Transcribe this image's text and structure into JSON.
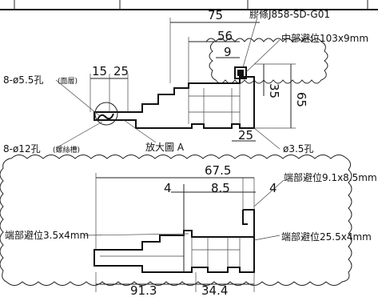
{
  "top_table": {
    "visible": true
  },
  "top_view": {
    "dims": {
      "d75": "75",
      "d56": "56",
      "d9": "9",
      "d35": "35",
      "d65": "65",
      "d25": "25",
      "d15": "15",
      "d25b": "25"
    },
    "notes": {
      "gasket": "膠條J858-SD-G01",
      "mid_seal": "中部避位103x9mm",
      "holes_a": "8-ø5.5孔",
      "holes_a_sub": "(面層)",
      "holes_b": "8-ø12孔",
      "holes_b_sub": "(螺絲槽)",
      "enlarge": "放大圖 A",
      "hole_35": "ø3.5孔"
    }
  },
  "detail_view": {
    "dims": {
      "d675": "67.5",
      "d4a": "4",
      "d85": "8.5",
      "d4b": "4",
      "d913": "91.3",
      "d344": "34.4"
    },
    "notes": {
      "end_a": "端部避位9.1x8.5mm",
      "end_b": "端部避位3.5x4mm",
      "end_c": "端部避位25.5x4mm"
    }
  },
  "colors": {
    "line": "#111111",
    "background": "#ffffff"
  }
}
